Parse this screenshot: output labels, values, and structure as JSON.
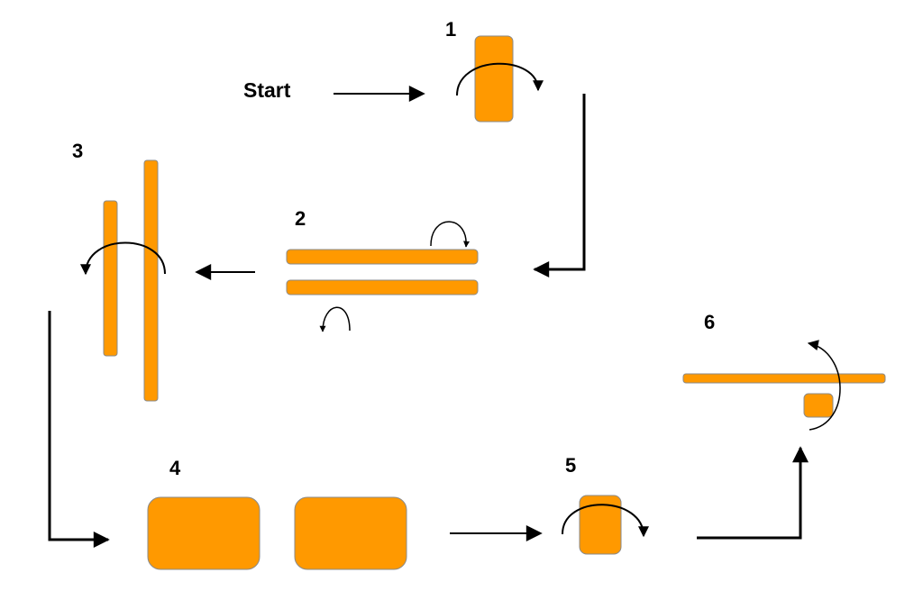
{
  "labels": {
    "start": "Start",
    "step1": "1",
    "step2": "2",
    "step3": "3",
    "step4": "4",
    "step5": "5",
    "step6": "6"
  },
  "colors": {
    "piece_fill": "#FF9900",
    "piece_stroke": "#8a8a8a",
    "line": "#000000"
  }
}
